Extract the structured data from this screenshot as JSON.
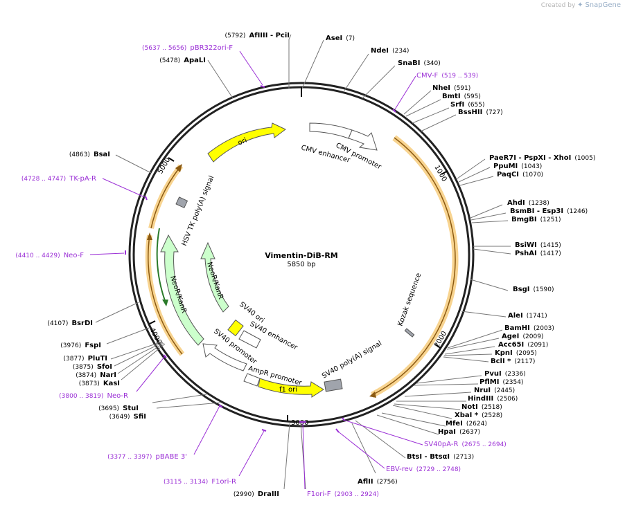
{
  "plasmid": {
    "name": "Vimentin-DiB-RM",
    "length_label": "5850 bp",
    "length": 5850
  },
  "branding": {
    "prefix": "Created by",
    "product": "SnapGene"
  },
  "colors": {
    "primer": "#9b30d6",
    "ori": "#ffff00",
    "marker": "#ccffcc",
    "feature": "#ffffff",
    "orf": "#f5c66b",
    "grey": "#a0a4ac"
  },
  "ticks": [
    "1000",
    "2000",
    "3000",
    "4000",
    "5000"
  ],
  "enzymes": [
    {
      "id": "e1",
      "name": "AfIIII  -  PciI",
      "pos": "(5792)"
    },
    {
      "id": "e2",
      "name": "AseI",
      "pos": "(7)"
    },
    {
      "id": "e3",
      "name": "NdeI",
      "pos": "(234)"
    },
    {
      "id": "e4",
      "name": "SnaBI",
      "pos": "(340)"
    },
    {
      "id": "e5",
      "name": "NheI",
      "pos": "(591)"
    },
    {
      "id": "e6",
      "name": "BmtI",
      "pos": "(595)"
    },
    {
      "id": "e7",
      "name": "SrfI",
      "pos": "(655)"
    },
    {
      "id": "e8",
      "name": "BssHII",
      "pos": "(727)"
    },
    {
      "id": "e9",
      "name": "PaeR7I  -  PspXI  -  XhoI",
      "pos": "(1005)"
    },
    {
      "id": "e10",
      "name": "PpuMI",
      "pos": "(1043)"
    },
    {
      "id": "e11",
      "name": "PaqCI",
      "pos": "(1070)"
    },
    {
      "id": "e12",
      "name": "AhdI",
      "pos": "(1238)"
    },
    {
      "id": "e13",
      "name": "BsmBI  -  Esp3I",
      "pos": "(1246)"
    },
    {
      "id": "e14",
      "name": "BmgBI",
      "pos": "(1251)"
    },
    {
      "id": "e15",
      "name": "BsiWI",
      "pos": "(1415)"
    },
    {
      "id": "e16",
      "name": "PshAI",
      "pos": "(1417)"
    },
    {
      "id": "e17",
      "name": "BsgI",
      "pos": "(1590)"
    },
    {
      "id": "e18",
      "name": "AleI",
      "pos": "(1741)"
    },
    {
      "id": "e19",
      "name": "BamHI",
      "pos": "(2003)"
    },
    {
      "id": "e20",
      "name": "AgeI",
      "pos": "(2009)"
    },
    {
      "id": "e21",
      "name": "Acc65I",
      "pos": "(2091)"
    },
    {
      "id": "e22",
      "name": "KpnI",
      "pos": "(2095)"
    },
    {
      "id": "e23",
      "name": "BclI *",
      "pos": "(2117)"
    },
    {
      "id": "e24",
      "name": "PvuI",
      "pos": "(2336)"
    },
    {
      "id": "e25",
      "name": "PflMI",
      "pos": "(2354)"
    },
    {
      "id": "e26",
      "name": "NruI",
      "pos": "(2445)"
    },
    {
      "id": "e27",
      "name": "HindIII",
      "pos": "(2506)"
    },
    {
      "id": "e28",
      "name": "NotI",
      "pos": "(2518)"
    },
    {
      "id": "e29",
      "name": "XbaI *",
      "pos": "(2528)"
    },
    {
      "id": "e30",
      "name": "MfeI",
      "pos": "(2624)"
    },
    {
      "id": "e31",
      "name": "HpaI",
      "pos": "(2637)"
    },
    {
      "id": "e32",
      "name": "BtsI  -  BtsαI",
      "pos": "(2713)"
    },
    {
      "id": "e33",
      "name": "AflII",
      "pos": "(2756)"
    },
    {
      "id": "e34",
      "name": "DraIII",
      "pos": "(2990)"
    },
    {
      "id": "e35",
      "name": "SfiI",
      "pos": "(3649)"
    },
    {
      "id": "e36",
      "name": "StuI",
      "pos": "(3695)"
    },
    {
      "id": "e37",
      "name": "KasI",
      "pos": "(3873)"
    },
    {
      "id": "e38",
      "name": "NarI",
      "pos": "(3874)"
    },
    {
      "id": "e39",
      "name": "SfoI",
      "pos": "(3875)"
    },
    {
      "id": "e40",
      "name": "PluTI",
      "pos": "(3877)"
    },
    {
      "id": "e41",
      "name": "FspI",
      "pos": "(3976)"
    },
    {
      "id": "e42",
      "name": "BsrDI",
      "pos": "(4107)"
    },
    {
      "id": "e43",
      "name": "BsaI",
      "pos": "(4863)"
    },
    {
      "id": "e44",
      "name": "ApaLI",
      "pos": "(5478)"
    }
  ],
  "primers": [
    {
      "id": "p1",
      "name": "pBR322ori-F",
      "range": "(5637 .. 5656)"
    },
    {
      "id": "p2",
      "name": "CMV-F",
      "range": "(519 .. 539)"
    },
    {
      "id": "p3",
      "name": "SV40pA-R",
      "range": "(2675 .. 2694)"
    },
    {
      "id": "p4",
      "name": "EBV-rev",
      "range": "(2729 .. 2748)"
    },
    {
      "id": "p5",
      "name": "F1ori-F",
      "range": "(2903 .. 2924)"
    },
    {
      "id": "p6",
      "name": "F1ori-R",
      "range": "(3115 .. 3134)"
    },
    {
      "id": "p7",
      "name": "pBABE 3'",
      "range": "(3377 .. 3397)"
    },
    {
      "id": "p8",
      "name": "Neo-R",
      "range": "(3800 .. 3819)"
    },
    {
      "id": "p9",
      "name": "Neo-F",
      "range": "(4410 .. 4429)"
    },
    {
      "id": "p10",
      "name": "TK-pA-R",
      "range": "(4728 .. 4747)"
    }
  ],
  "features": [
    {
      "id": "ori",
      "label": "ori"
    },
    {
      "id": "cmv_enh",
      "label": "CMV enhancer"
    },
    {
      "id": "cmv_prom",
      "label": "CMV promoter"
    },
    {
      "id": "kozak",
      "label": "Kozak sequence"
    },
    {
      "id": "sv40pa",
      "label": "SV40 poly(A) signal"
    },
    {
      "id": "f1ori",
      "label": "f1 ori"
    },
    {
      "id": "ampr_prom",
      "label": "AmpR promoter"
    },
    {
      "id": "sv40_prom",
      "label": "SV40 promoter"
    },
    {
      "id": "sv40_ori",
      "label": "SV40 ori"
    },
    {
      "id": "sv40_enh",
      "label": "SV40 enhancer"
    },
    {
      "id": "neokan_inner",
      "label": "NeoR/KanR"
    },
    {
      "id": "neokan_outer",
      "label": "NeoR/KanR"
    },
    {
      "id": "hsvtk",
      "label": "HSV TK poly(A) signal"
    }
  ]
}
